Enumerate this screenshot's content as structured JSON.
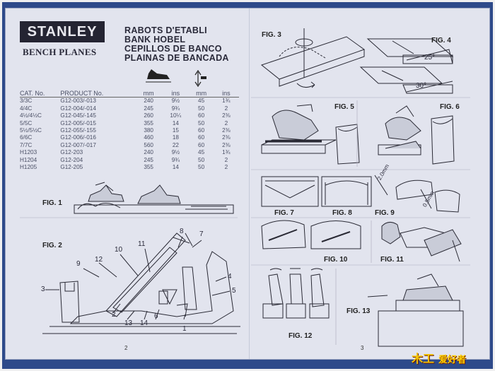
{
  "brand": {
    "logo": "STANLEY",
    "subtitle": "BENCH PLANES"
  },
  "titles": [
    "RABOTS D'ETABLI",
    "BANK HOBEL",
    "CEPILLOS DE BANCO",
    "PLAINAS DE BANCADA"
  ],
  "table": {
    "headers": [
      "CAT. No.",
      "PRODUCT No.",
      "mm",
      "ins",
      "mm",
      "ins"
    ],
    "rows": [
      [
        "3/3C",
        "G12-003/-013",
        "240",
        "9½",
        "45",
        "1¾"
      ],
      [
        "4/4C",
        "G12-004/-014",
        "245",
        "9¾",
        "50",
        "2"
      ],
      [
        "4½/4½C",
        "G12-045/-145",
        "260",
        "10¼",
        "60",
        "2⅜"
      ],
      [
        "5/5C",
        "G12-005/-015",
        "355",
        "14",
        "50",
        "2"
      ],
      [
        "5½/5½C",
        "G12-055/-155",
        "380",
        "15",
        "60",
        "2⅜"
      ],
      [
        "6/6C",
        "G12-006/-016",
        "460",
        "18",
        "60",
        "2⅜"
      ],
      [
        "7/7C",
        "G12-007/-017",
        "560",
        "22",
        "60",
        "2⅜"
      ],
      [
        "H1203",
        "G12-203",
        "240",
        "9½",
        "45",
        "1¾"
      ],
      [
        "H1204",
        "G12-204",
        "245",
        "9¾",
        "50",
        "2"
      ],
      [
        "H1205",
        "G12-205",
        "355",
        "14",
        "50",
        "2"
      ]
    ]
  },
  "figures": {
    "fig1": "FIG. 1",
    "fig2": "FIG. 2",
    "fig3": "FIG. 3",
    "fig4": "FIG. 4",
    "fig5": "FIG. 5",
    "fig6": "FIG. 6",
    "fig7": "FIG. 7",
    "fig8": "FIG. 8",
    "fig9": "FIG. 9",
    "fig10": "FIG. 10",
    "fig11": "FIG. 11",
    "fig12": "FIG. 12",
    "fig13": "FIG. 13"
  },
  "angles": {
    "a1": "25°",
    "a2": "30°"
  },
  "measures": {
    "m1": "2.0mm",
    "m2": "0.5mm"
  },
  "part_numbers": [
    "1",
    "2",
    "3",
    "4",
    "5",
    "6",
    "7",
    "8",
    "9",
    "10",
    "11",
    "12",
    "13",
    "14"
  ],
  "page_numbers": {
    "left": "2",
    "right": "3"
  },
  "watermark": {
    "a": "木工",
    "b": "爱好者"
  }
}
